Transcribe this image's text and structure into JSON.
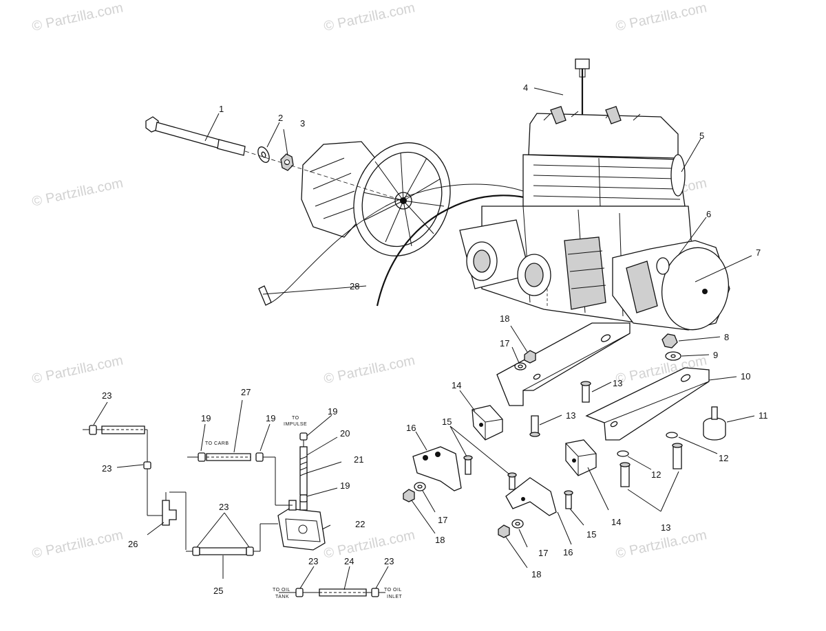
{
  "watermark": "© Partzilla.com",
  "callouts": {
    "n1": "1",
    "n2": "2",
    "n3": "3",
    "n4": "4",
    "n5": "5",
    "n6": "6",
    "n7": "7",
    "n8": "8",
    "n9": "9",
    "n10": "10",
    "n11": "11",
    "n12a": "12",
    "n12b": "12",
    "n13a": "13",
    "n13b": "13",
    "n13c": "13",
    "n14a": "14",
    "n14b": "14",
    "n15a": "15",
    "n15b": "15",
    "n16a": "16",
    "n16b": "16",
    "n17a": "17",
    "n17b": "17",
    "n17c": "17",
    "n18a": "18",
    "n18b": "18",
    "n18c": "18",
    "n19a": "19",
    "n19b": "19",
    "n19c": "19",
    "n19d": "19",
    "n20": "20",
    "n21": "21",
    "n22": "22",
    "n23a": "23",
    "n23b": "23",
    "n23c": "23",
    "n23d": "23",
    "n23e": "23",
    "n24": "24",
    "n25": "25",
    "n26": "26",
    "n27": "27",
    "n28": "28"
  },
  "notes": {
    "to_carb": "TO CARB",
    "to_impulse_1": "TO",
    "to_impulse_2": "IMPULSE",
    "to_oil_tank_1": "TO OIL",
    "to_oil_tank_2": "TANK",
    "to_oil_inlet_1": "TO OIL",
    "to_oil_inlet_2": "INLET"
  }
}
